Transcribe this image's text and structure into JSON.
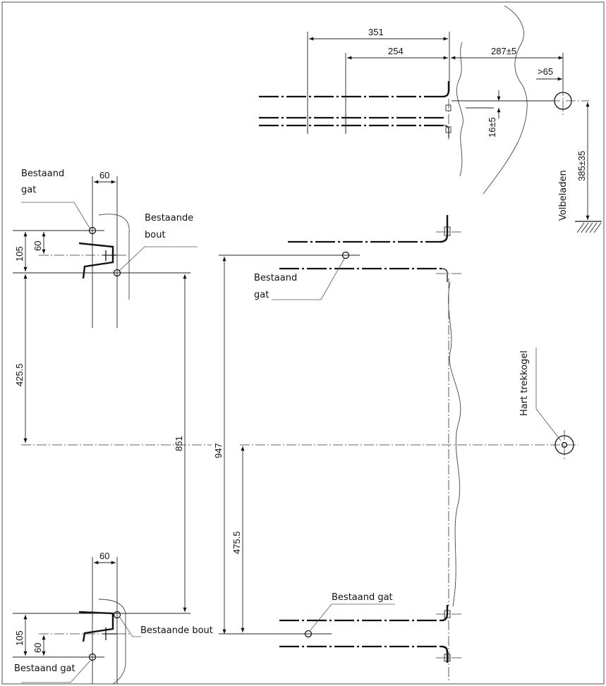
{
  "dimensions": {
    "top_351": "351",
    "top_254": "254",
    "top_287": "287±5",
    "top_65": ">65",
    "top_16": "16±5",
    "right_385": "385±35",
    "left_top_60": "60",
    "left_105_top": "105",
    "left_60_v_top": "60",
    "left_425": "425.5",
    "left_851": "851",
    "mid_947": "947",
    "mid_475": "475.5",
    "left_bot_60": "60",
    "left_105_bot": "105",
    "left_60_v_bot": "60"
  },
  "labels": {
    "bestaand_gat_tl_1": "Bestaand",
    "bestaand_gat_tl_2": "gat",
    "bestaande_bout_tl_1": "Bestaande",
    "bestaande_bout_tl_2": "bout",
    "bestaand_gat_mid_1": "Bestaand",
    "bestaand_gat_mid_2": "gat",
    "bestaand_gat_mb": "Bestaand gat",
    "bestaande_bout_bl": "Bestaande bout",
    "bestaand_gat_bl": "Bestaand gat",
    "volbeladen": "Volbeladen",
    "hart_trekkogel": "Hart trekkogel"
  },
  "colors": {
    "line": "#111111",
    "frame": "#6a6a6a",
    "background": "#ffffff"
  }
}
